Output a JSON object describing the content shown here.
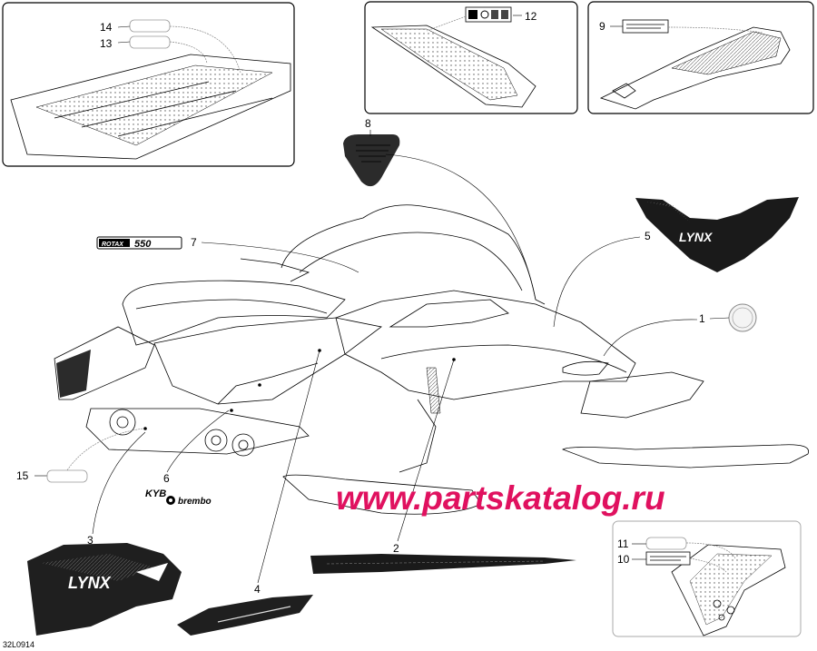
{
  "diagram": {
    "reference_code": "32L0914",
    "watermark": "www.partskatalog.ru",
    "callouts": [
      "1",
      "2",
      "3",
      "4",
      "5",
      "6",
      "7",
      "8",
      "9",
      "10",
      "11",
      "12",
      "13",
      "14",
      "15"
    ],
    "decal_text": {
      "rotax": "ROTAX",
      "rotax_model": "550",
      "lynx_top": "LYNX",
      "lynx_side": "LYNX",
      "kyb": "KYB",
      "brembo": "brembo"
    },
    "colors": {
      "line": "#000000",
      "watermark": "#e0115f",
      "decal": "#1a1a1a",
      "label_pill": "#999999"
    }
  }
}
